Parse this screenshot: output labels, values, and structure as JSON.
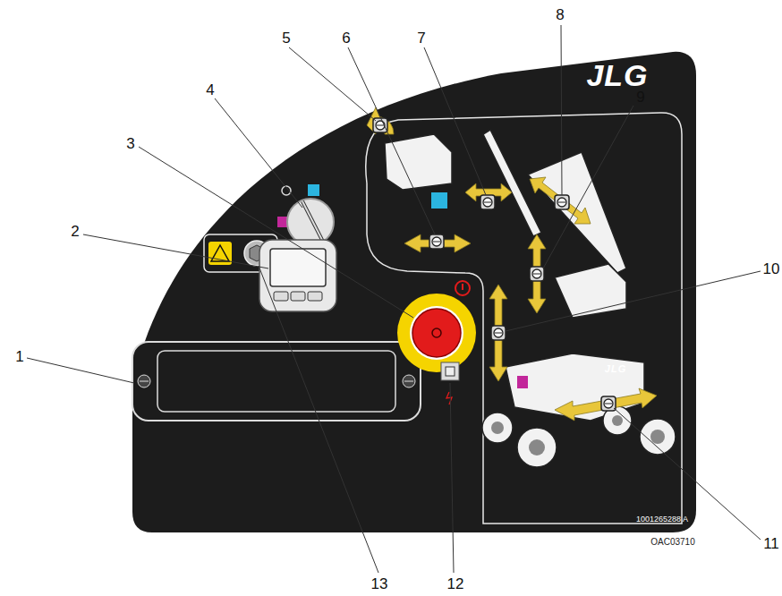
{
  "diagram": {
    "labels": [
      "1",
      "2",
      "3",
      "4",
      "5",
      "6",
      "7",
      "8",
      "9",
      "10",
      "11",
      "12",
      "13",
      "JLG",
      "JLG",
      "1001265288 A",
      "OAC03710"
    ]
  }
}
